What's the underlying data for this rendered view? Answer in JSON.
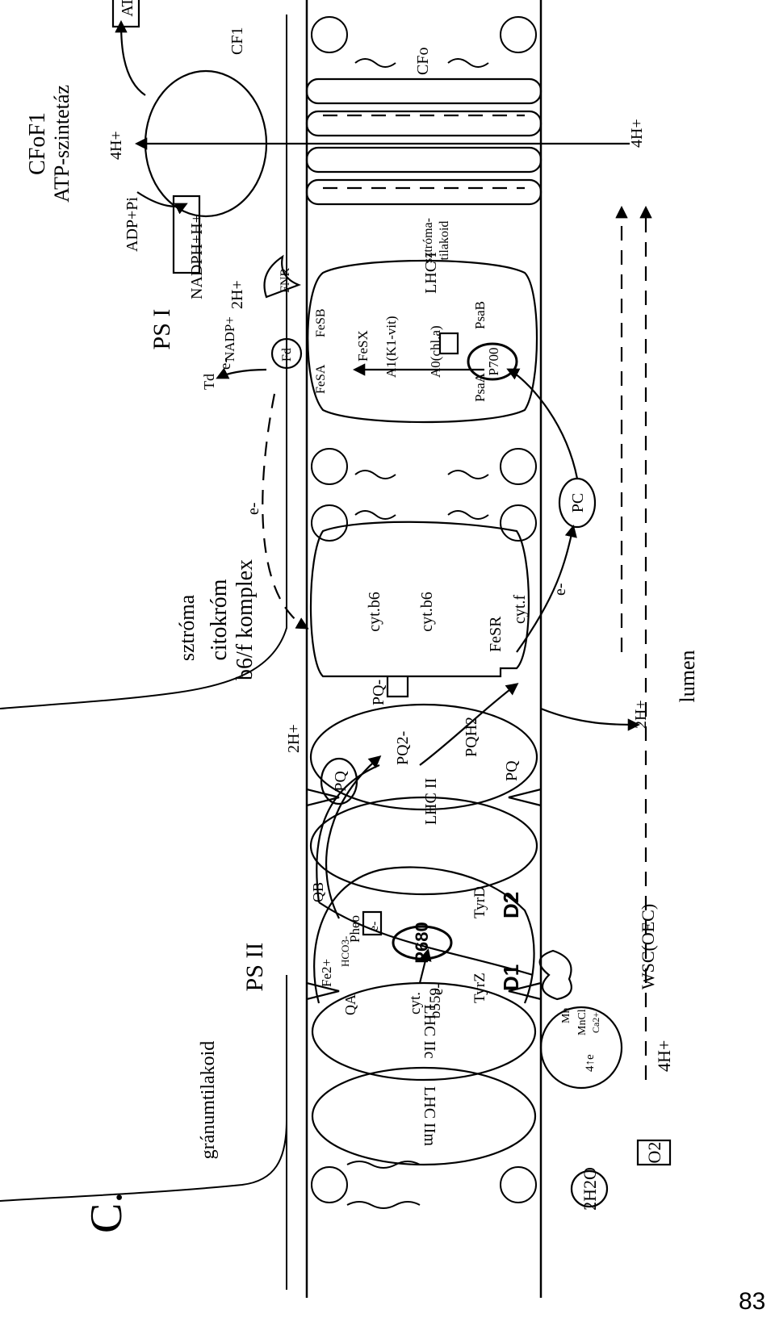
{
  "page_number": "83",
  "panel_letter": "C.",
  "regions": {
    "granum": "gránumtilakoid",
    "stroma": "sztróma",
    "stroma_thylakoid_line1": "sztróma-",
    "stroma_thylakoid_line2": "tilakoid",
    "lumen": "lumen"
  },
  "psii": {
    "title": "PS II",
    "lhc_iim": "LHC IIm",
    "lhc_iic": "LHC IIc",
    "lhc_ii": "LHC II",
    "cyt_b559_1": "cyt.",
    "cyt_b559_2": "b559",
    "qa": "QA",
    "qb": "QB",
    "fe": "Fe2+",
    "hco3": "HCO3-",
    "pheo": "Pheo",
    "p680": "P680",
    "tyrz": "TyrZ",
    "tyrd": "TyrD",
    "d1": "D1",
    "d2": "D2",
    "e_minus": "e-",
    "wsc": "WSC(OEC)",
    "mn_cluster": "Mn",
    "mn_cl": "MnCl",
    "ca": "Ca2+",
    "four_e": "4↑e",
    "water": "2H2O",
    "oxygen": "O2",
    "four_h_lumen": "4H+"
  },
  "pq_pool": {
    "pq": "PQ",
    "pq2minus": "PQ2-",
    "two_h_stroma": "2H+",
    "pqh2": "PQH2",
    "pq_out": "PQ"
  },
  "cytb6f": {
    "title_line1": "citokróm",
    "title_line2": "b6/f komplex",
    "cyt_b6_a": "cyt.b6",
    "cyt_b6_b": "cyt.b6",
    "pq_minus": "PQ-",
    "fes_r": "FeSR",
    "cyt_f": "cyt.f",
    "e_minus": "e-",
    "two_h_lumen": "2H+"
  },
  "pc": "PC",
  "psi": {
    "title": "PS I",
    "lhc_i": "LHC I",
    "p700": "P700",
    "psaa": "PsaA",
    "psab": "PsaB",
    "a0": "A0(chl.a)",
    "a1": "A1(K1-vit)",
    "fes_x": "FeSX",
    "fes_a": "FeSA",
    "fes_b": "FeSB",
    "fd": "Fd",
    "fnr": "FNR",
    "nadp": "NADP+",
    "two_h": "2H+",
    "nadph": "NADPH+H+",
    "td": "Td",
    "e_minus": "e-"
  },
  "atp_synthase": {
    "title_line1": "CFoF1",
    "title_line2": "ATP-szintetáz",
    "cf1": "CF1",
    "cfo": "CFo",
    "atp": "ATP",
    "adp": "ADP+Pi",
    "four_h_stroma": "4H+",
    "four_h_lumen": "4H+"
  },
  "colors": {
    "ink": "#000000",
    "paper": "#ffffff"
  }
}
